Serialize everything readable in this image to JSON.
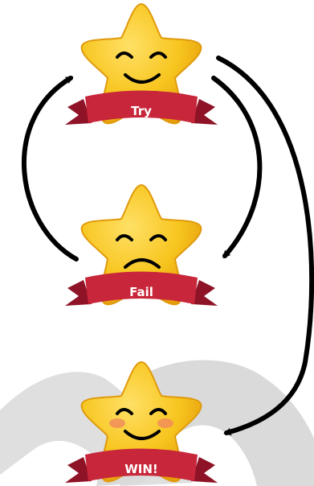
{
  "diagram": {
    "stars": [
      {
        "id": "try",
        "label": "Try",
        "mood": "happy",
        "blush": false
      },
      {
        "id": "fail",
        "label": "Fail",
        "mood": "sad",
        "blush": false
      },
      {
        "id": "win",
        "label": "WIN!",
        "mood": "happy",
        "blush": true
      }
    ],
    "arrows": [
      {
        "from": "try",
        "to": "fail"
      },
      {
        "from": "fail",
        "to": "try"
      },
      {
        "from": "try",
        "to": "win"
      }
    ]
  },
  "colors": {
    "star_fill": "#f7c51e",
    "star_shade": "#e8a10f",
    "ribbon": "#c8263a",
    "ribbon_dark": "#8e1326",
    "arrow": "#000000",
    "watermark": "#d9d9d9",
    "blush": "#f08a5d"
  }
}
